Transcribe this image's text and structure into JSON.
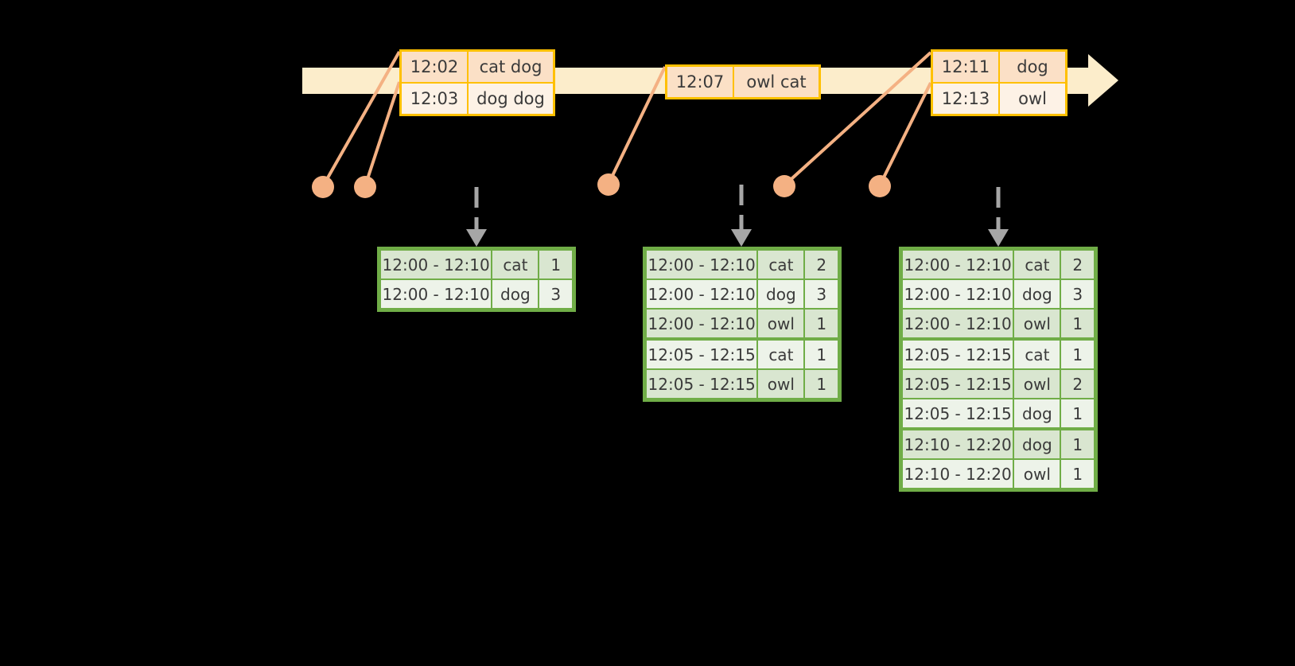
{
  "diagram": {
    "title": "windowed-aggregation-timeline",
    "colors": {
      "timeline_fill": "#FCEDCB",
      "timeline_arrow": "#FCEDCB",
      "event_border": "#FFC000",
      "event_fill_dark": "#FBE0C6",
      "event_fill_light": "#FDF2E6",
      "connector": "#F4B183",
      "dot": "#F4B183",
      "table_border": "#70AD47",
      "table_fill_dark": "#D9E6D0",
      "table_fill_light": "#EDF3E9",
      "flow_arrow": "#A6A6A6",
      "background": "#000000"
    }
  },
  "timeline": {
    "name": "event-time-axis",
    "events": [
      {
        "group": "group-1",
        "rows": [
          {
            "time": "12:02",
            "payload": "cat dog"
          },
          {
            "time": "12:03",
            "payload": "dog dog"
          }
        ]
      },
      {
        "group": "group-2",
        "rows": [
          {
            "time": "12:07",
            "payload": "owl cat"
          }
        ]
      },
      {
        "group": "group-3",
        "rows": [
          {
            "time": "12:11",
            "payload": "dog"
          },
          {
            "time": "12:13",
            "payload": "owl"
          }
        ]
      }
    ]
  },
  "tables": [
    {
      "name": "result-table-1",
      "rows": [
        {
          "window": "12:00 - 12:10",
          "key": "cat",
          "count": "1"
        },
        {
          "window": "12:00 - 12:10",
          "key": "dog",
          "count": "3"
        }
      ]
    },
    {
      "name": "result-table-2",
      "rows": [
        {
          "window": "12:00 - 12:10",
          "key": "cat",
          "count": "2"
        },
        {
          "window": "12:00 - 12:10",
          "key": "dog",
          "count": "3"
        },
        {
          "window": "12:00 - 12:10",
          "key": "owl",
          "count": "1"
        },
        {
          "window": "12:05 - 12:15",
          "key": "cat",
          "count": "1"
        },
        {
          "window": "12:05 - 12:15",
          "key": "owl",
          "count": "1"
        }
      ]
    },
    {
      "name": "result-table-3",
      "rows": [
        {
          "window": "12:00 - 12:10",
          "key": "cat",
          "count": "2"
        },
        {
          "window": "12:00 - 12:10",
          "key": "dog",
          "count": "3"
        },
        {
          "window": "12:00 - 12:10",
          "key": "owl",
          "count": "1"
        },
        {
          "window": "12:05 - 12:15",
          "key": "cat",
          "count": "1"
        },
        {
          "window": "12:05 - 12:15",
          "key": "owl",
          "count": "2"
        },
        {
          "window": "12:05 - 12:15",
          "key": "dog",
          "count": "1"
        },
        {
          "window": "12:10 - 12:20",
          "key": "dog",
          "count": "1"
        },
        {
          "window": "12:10 - 12:20",
          "key": "owl",
          "count": "1"
        }
      ]
    }
  ]
}
